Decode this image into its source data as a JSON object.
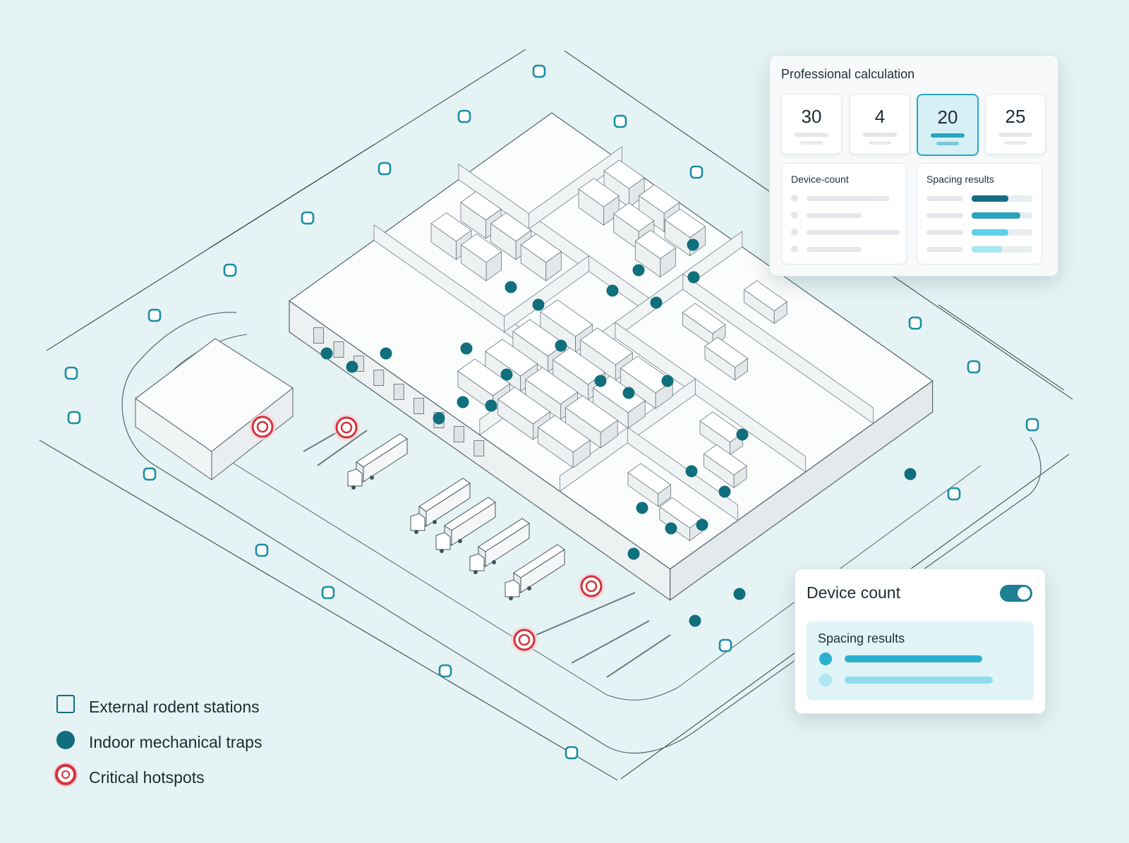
{
  "calculation_card": {
    "title": "Professional calculation",
    "metrics": [
      {
        "value": "30",
        "selected": false
      },
      {
        "value": "4",
        "selected": false
      },
      {
        "value": "20",
        "selected": true
      },
      {
        "value": "25",
        "selected": false
      }
    ],
    "device_count_panel": {
      "title": "Device-count"
    },
    "spacing_results_panel": {
      "title": "Spacing results",
      "bars": [
        {
          "fraction": 0.6,
          "color": "#176d80"
        },
        {
          "fraction": 0.8,
          "color": "#2aa3bd"
        },
        {
          "fraction": 0.6,
          "color": "#5fd0e8"
        },
        {
          "fraction": 0.5,
          "color": "#a5e6f3"
        }
      ]
    }
  },
  "device_card": {
    "title": "Device count",
    "toggle_on": true,
    "spacing": {
      "title": "Spacing results",
      "rows": [
        {
          "dot_color": "#2cb0cf",
          "bar_color": "#2cb0cf",
          "fraction": 0.65
        },
        {
          "dot_color": "#aee7f3",
          "bar_color": "#8fdcef",
          "fraction": 0.7
        }
      ]
    }
  },
  "legend": {
    "external": "External rodent stations",
    "indoor": "Indoor mechanical traps",
    "hotspots": "Critical hotspots"
  },
  "colors": {
    "background": "#e6f3f4",
    "external_station": "#1a8ea3",
    "indoor_trap": "#0f6f7d",
    "hotspot": "#d5313b",
    "building_wall": "#f3f5f6"
  },
  "icons": [
    "external-station-icon",
    "indoor-trap-icon",
    "hotspot-icon",
    "truck-icon",
    "toggle-switch"
  ]
}
